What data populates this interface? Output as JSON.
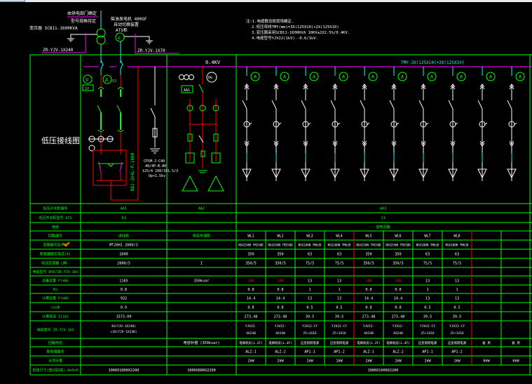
{
  "window": {
    "title_bar": ""
  },
  "colors": {
    "background": "#000000",
    "grid": "#00ff00",
    "busbar": "#ff00ff",
    "red_line": "#ff0000",
    "cyan_line": "#00ffff",
    "white_line": "#ffffff",
    "orange_mark": "#ff6a00"
  },
  "header": {
    "hv_cable_label": "ZR-YJV-1X240",
    "hv_cable_label_2": "ZR-YJV-1X70",
    "transformer_label": "变压器 SCB11-1600KVA",
    "transformer_note_1": "由供电部门确定",
    "transformer_note_2": "型号规格待定",
    "generator_note_1": "柴油发电机 400GF",
    "generator_note_2": "自动切换装置",
    "generator_note_3": "ATS柜",
    "notes": [
      "注:1.电缆敷设按现场确定.",
      "2.低压母线TMY(mm)=3X(125X10)+2X(125X10)",
      "3.变压器采用SCB11-1600KVA 10KV±2X2.5%/0.4KV.",
      "4.电缆型号YJV22(1kV)--0.6/1kV."
    ]
  },
  "diagram": {
    "left_title": "低压接线图",
    "bus_voltage": "0.4KV",
    "main_busbar_label": "TMY-3X(125X10)+2X(125X10)",
    "meters": {
      "voltmeter": "V",
      "ammeter": "A",
      "ammeter_count": "X3",
      "voltmeter_switch": "SV",
      "aa2_meters": "A A A",
      "aa2_switch": "AA1",
      "aa2_gen": "DG"
    },
    "busduct_label": "BDJ-3X4L-P.1000",
    "spd_label": [
      "CPSM-J-C40",
      "40/4P-B-80",
      "125/4 100/3X1.5/3",
      "Up<1.5kv"
    ],
    "feeder_count": 10
  },
  "table": {
    "row_labels": [
      "低压开关柜编号",
      "低压开关柜型号 GCS",
      "用途",
      "回路编号",
      "回路编号及开关",
      "断路器额定电流(A)",
      "电流互感器 LMK-",
      "电缆型号 BVV/ZR-YJV-1kV",
      "设备容量 P(kW)",
      "Kx",
      "计算容量 P(kW)",
      "cosΦ",
      "计算电流 Ij(A)",
      "电缆型号 ZR-YJV-1kV",
      "回路用途",
      "配电箱编号",
      "分项计量",
      "柜体尺寸(宽X深X高) W×D×H"
    ],
    "aa1": {
      "cabinet_no": "AA1",
      "model": "01",
      "use": "",
      "circuit_no": "进线柜",
      "breaker": "MT20H1 2000/3",
      "breaker_rating": "1600",
      "ct": "2000/5",
      "cable_type": "",
      "capacity": "1165",
      "kx": "0.8",
      "calc_capacity": "932",
      "cos": "0.9",
      "calc_current": "1573.09",
      "cable": [
        "4X(YJV-1X240)",
        "+3X(YJV-1X240)"
      ],
      "purpose": "",
      "box_no": "",
      "metering": "",
      "size": "1000X1000X2200"
    },
    "aa2": {
      "cabinet_no": "AA2",
      "model": "",
      "use": "",
      "circuit_no": "电容补偿柜",
      "breaker": "",
      "breaker_rating": "",
      "ct": "I",
      "cable_type": "",
      "capacity": "350kvar",
      "kx": "",
      "calc_capacity": "",
      "cos": "",
      "calc_current": "",
      "cable": [
        "",
        ""
      ],
      "purpose": "电容补偿 (350kvar)",
      "box_no": "",
      "metering": "",
      "size": "1000X800X2200"
    },
    "aa3": {
      "cabinet_no": "AA3",
      "model": "11",
      "use": "馈电回路",
      "size": "1000X1000X2200",
      "feeders": [
        {
          "circuit": "WL1",
          "breaker": "NSX250N TM250D",
          "rating": "350",
          "ct": "350/5",
          "capacity": "180",
          "capacity_red": true,
          "kx": "0.8",
          "calc": "14.4",
          "cos": "0.8",
          "current": "273.48",
          "cable": [
            "YJV22-",
            "4X240"
          ],
          "purpose": "电梯机房(L.2F)",
          "box": "ALZ-1",
          "metering": "2kW"
        },
        {
          "circuit": "WL2",
          "breaker": "NSX250N TM250D",
          "rating": "350",
          "ct": "350/5",
          "capacity": "180",
          "capacity_red": true,
          "kx": "0.8",
          "calc": "14.4",
          "cos": "0.8",
          "current": "273.48",
          "cable": [
            "YJV22-",
            "4X240"
          ],
          "purpose": "电梯机房(L.4F)",
          "box": "ALZ-2",
          "metering": "2kW"
        },
        {
          "circuit": "WL3",
          "breaker": "NSX100N TM63D",
          "rating": "63",
          "ct": "75/5",
          "capacity": "13",
          "capacity_red": false,
          "kx": "1",
          "calc": "13",
          "cos": "0.5",
          "current": "39.5",
          "cable": [
            "YJV22-CY",
            "25+1X16"
          ],
          "purpose": "应急照明电源",
          "box": "AP1-1",
          "metering": "1kW"
        },
        {
          "circuit": "WL4",
          "breaker": "NSX100N TM63D",
          "rating": "63",
          "ct": "75/5",
          "capacity": "13",
          "capacity_red": false,
          "kx": "1",
          "calc": "13",
          "cos": "0.5",
          "current": "39.5",
          "cable": [
            "YJV22-CY",
            "25+1X16"
          ],
          "purpose": "应急照明电源",
          "box": "AP1-2",
          "metering": "1kW"
        },
        {
          "circuit": "WL5",
          "breaker": "NSX250N TM250D",
          "rating": "350",
          "ct": "350/5",
          "capacity": "180",
          "capacity_red": true,
          "kx": "0.8",
          "calc": "14.4",
          "cos": "0.8",
          "current": "273.48",
          "cable": [
            "YJV22-",
            "4X240"
          ],
          "purpose": "电梯机房(L.2F)",
          "box": "ALZ-1",
          "metering": "2kW"
        },
        {
          "circuit": "WL6",
          "breaker": "NSX250N TM250D",
          "rating": "350",
          "ct": "350/5",
          "capacity": "180",
          "capacity_red": true,
          "kx": "0.8",
          "calc": "14.4",
          "cos": "0.8",
          "current": "273.48",
          "cable": [
            "YJV22-",
            "4X240"
          ],
          "purpose": "电梯机房(L.4F)",
          "box": "ALZ-2",
          "metering": "2kW"
        },
        {
          "circuit": "WL7",
          "breaker": "NSX100N TM63D",
          "rating": "63",
          "ct": "75/5",
          "capacity": "13",
          "capacity_red": false,
          "kx": "1",
          "calc": "13",
          "cos": "0.5",
          "current": "39.5",
          "cable": [
            "YJV22-CY",
            "25+1X16"
          ],
          "purpose": "应急照明电源",
          "box": "AP1-1",
          "metering": "1kW"
        },
        {
          "circuit": "WL8",
          "breaker": "NSX100N TM63D",
          "rating": "63",
          "ct": "75/5",
          "capacity": "13",
          "capacity_red": false,
          "kx": "1",
          "calc": "13",
          "cos": "0.5",
          "current": "39.5",
          "cable": [
            "YJV22-CY",
            "25+1X16"
          ],
          "purpose": "应急照明电源",
          "box": "AP1-2",
          "metering": "1kW"
        },
        {
          "circuit": "",
          "breaker": "",
          "rating": "",
          "ct": "",
          "capacity": "",
          "capacity_red": false,
          "kx": "",
          "calc": "",
          "cos": "",
          "current": "",
          "cable": [
            "",
            ""
          ],
          "purpose": "备 用",
          "box": "",
          "metering": "6kW"
        },
        {
          "circuit": "",
          "breaker": "",
          "rating": "",
          "ct": "",
          "capacity": "",
          "capacity_red": false,
          "kx": "",
          "calc": "",
          "cos": "",
          "current": "",
          "cable": [
            "",
            ""
          ],
          "purpose": "备 用",
          "box": "",
          "metering": "6kW"
        }
      ]
    }
  }
}
